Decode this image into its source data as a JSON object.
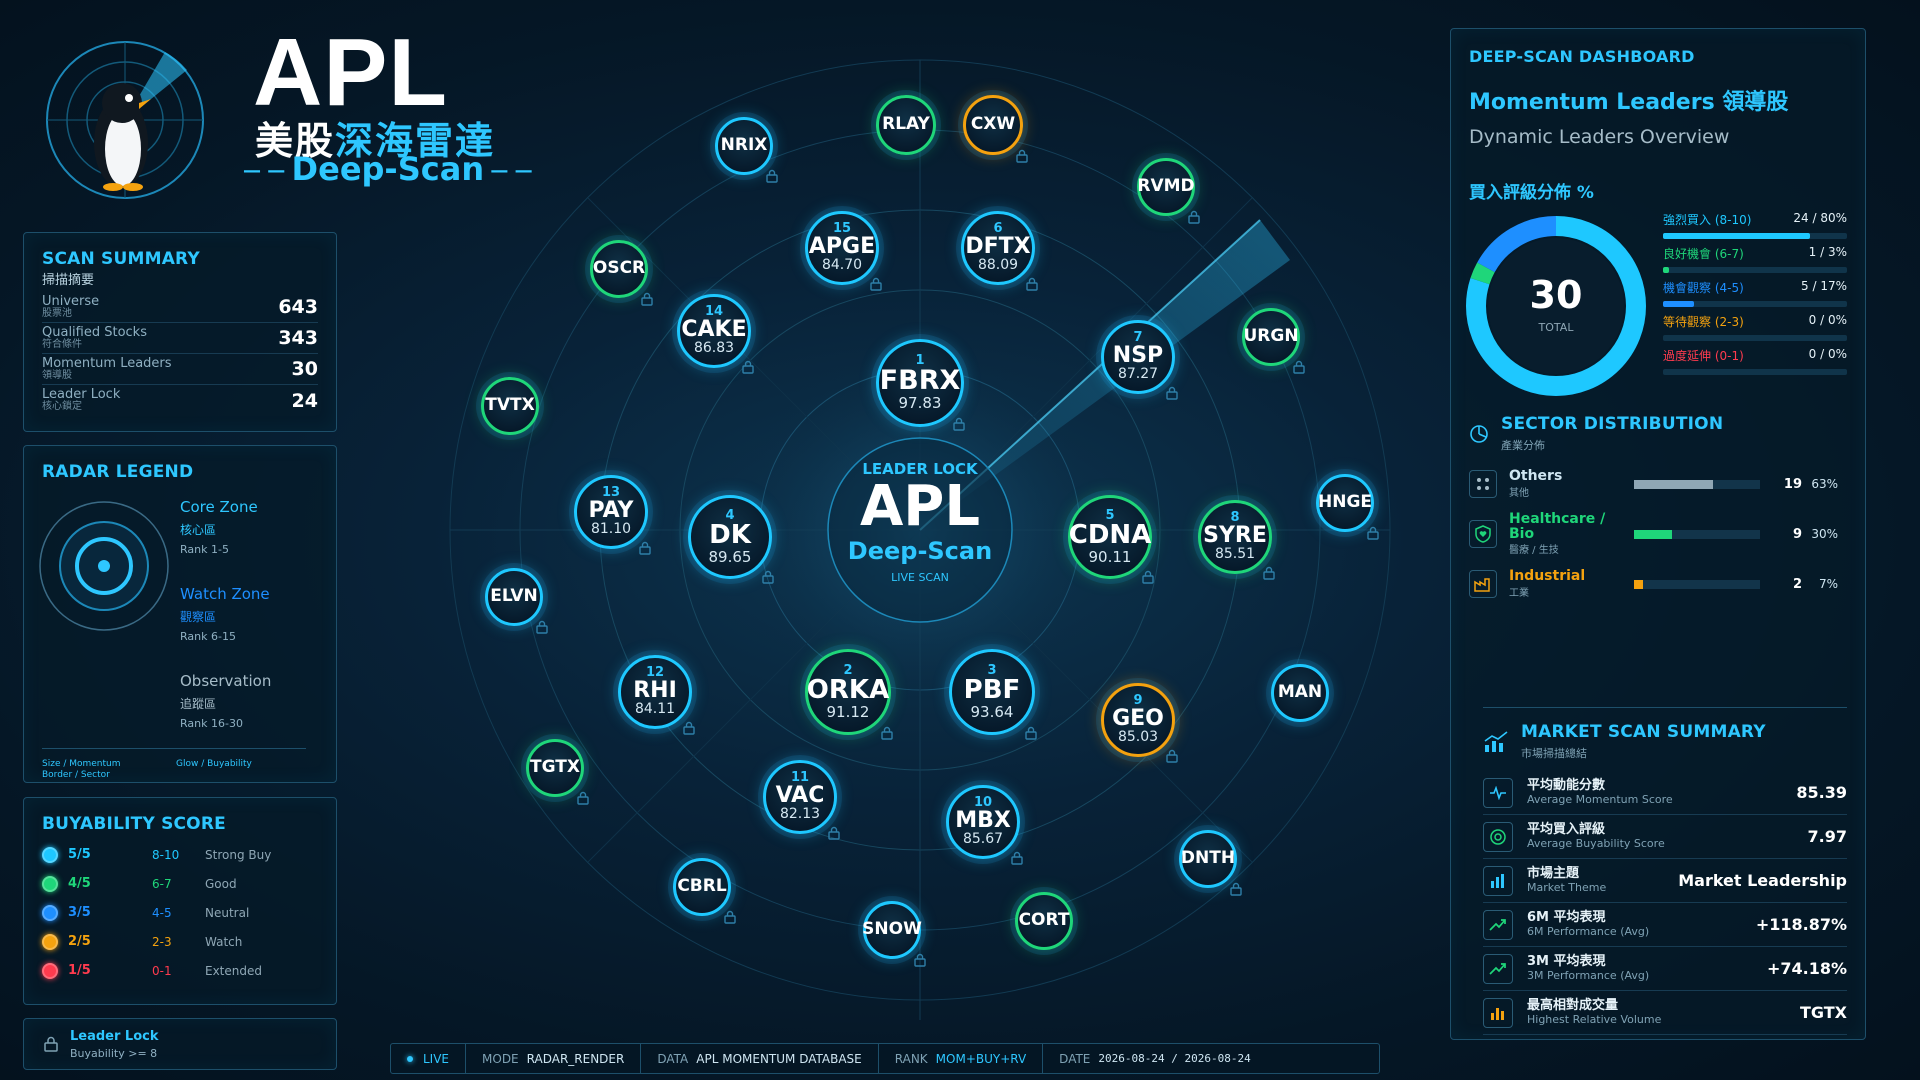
{
  "logo": {
    "title": "APL",
    "subtitle_a": "美股",
    "subtitle_b": "深海雷達",
    "tagline": "Deep-Scan"
  },
  "scan_summary": {
    "title": "SCAN SUMMARY",
    "title_cn": "掃描摘要",
    "rows": [
      {
        "label": "Universe",
        "label_cn": "股票池",
        "value": "643"
      },
      {
        "label": "Qualified Stocks",
        "label_cn": "符合條件",
        "value": "343"
      },
      {
        "label": "Momentum Leaders",
        "label_cn": "領導股",
        "value": "30"
      },
      {
        "label": "Leader Lock",
        "label_cn": "核心鎖定",
        "value": "24"
      }
    ]
  },
  "radar_legend": {
    "title": "RADAR LEGEND",
    "zones": [
      {
        "name": "Core Zone",
        "cn": "核心區",
        "rank": "Rank 1-5"
      },
      {
        "name": "Watch Zone",
        "cn": "觀察區",
        "rank": "Rank 6-15"
      },
      {
        "name": "Observation",
        "cn": "追蹤區",
        "rank": "Rank 16-30"
      }
    ],
    "footer_left_1": "Size / Momentum",
    "footer_left_2": "Border / Sector",
    "footer_right": "Glow / Buyability"
  },
  "buyability": {
    "title": "BUYABILITY SCORE",
    "rows": [
      {
        "score": "5/5",
        "range": "8-10",
        "level": "Strong Buy",
        "color": "#1ec8ff"
      },
      {
        "score": "4/5",
        "range": "6-7",
        "level": "Good",
        "color": "#1fd67a"
      },
      {
        "score": "3/5",
        "range": "4-5",
        "level": "Neutral",
        "color": "#1e8fff"
      },
      {
        "score": "2/5",
        "range": "2-3",
        "level": "Watch",
        "color": "#f4a20f"
      },
      {
        "score": "1/5",
        "range": "0-1",
        "level": "Extended",
        "color": "#ff3b4e"
      }
    ]
  },
  "leader_lock": {
    "title": "Leader Lock",
    "desc": "Buyability >= 8"
  },
  "status_bar": {
    "live": "LIVE",
    "mode_k": "MODE",
    "mode_v": "RADAR_RENDER",
    "data_k": "DATA",
    "data_v": "APL MOMENTUM DATABASE",
    "rank_k": "RANK",
    "rank_v": "MOM+BUY+RV",
    "date_k": "DATE",
    "date_v": "2026-08-24 / 2026-08-24"
  },
  "center": {
    "top": "LEADER LOCK",
    "title": "APL",
    "subtitle": "Deep-Scan",
    "live": "LIVE SCAN"
  },
  "nodes": [
    {
      "ticker": "FBRX",
      "rank": "1",
      "score": "97.83"
    },
    {
      "ticker": "ORKA",
      "rank": "2",
      "score": "91.12"
    },
    {
      "ticker": "PBF",
      "rank": "3",
      "score": "93.64"
    },
    {
      "ticker": "DK",
      "rank": "4",
      "score": "89.65"
    },
    {
      "ticker": "CDNA",
      "rank": "5",
      "score": "90.11"
    },
    {
      "ticker": "DFTX",
      "rank": "6",
      "score": "88.09"
    },
    {
      "ticker": "NSP",
      "rank": "7",
      "score": "87.27"
    },
    {
      "ticker": "SYRE",
      "rank": "8",
      "score": "85.51"
    },
    {
      "ticker": "GEO",
      "rank": "9",
      "score": "85.03"
    },
    {
      "ticker": "MBX",
      "rank": "10",
      "score": "85.67"
    },
    {
      "ticker": "VAC",
      "rank": "11",
      "score": "82.13"
    },
    {
      "ticker": "RHI",
      "rank": "12",
      "score": "84.11"
    },
    {
      "ticker": "PAY",
      "rank": "13",
      "score": "81.10"
    },
    {
      "ticker": "CAKE",
      "rank": "14",
      "score": "86.83"
    },
    {
      "ticker": "APGE",
      "rank": "15",
      "score": "84.70"
    },
    {
      "ticker": "RLAY"
    },
    {
      "ticker": "CXW"
    },
    {
      "ticker": "NRIX"
    },
    {
      "ticker": "RVMD"
    },
    {
      "ticker": "OSCR"
    },
    {
      "ticker": "URGN"
    },
    {
      "ticker": "TVTX"
    },
    {
      "ticker": "HNGE"
    },
    {
      "ticker": "ELVN"
    },
    {
      "ticker": "MAN"
    },
    {
      "ticker": "TGTX"
    },
    {
      "ticker": "DNTH"
    },
    {
      "ticker": "CBRL"
    },
    {
      "ticker": "CORT"
    },
    {
      "ticker": "SNOW"
    }
  ],
  "dashboard": {
    "header": "DEEP-SCAN DASHBOARD",
    "title": "Momentum Leaders 領導股",
    "subtitle": "Dynamic Leaders Overview",
    "buy_dist_title": "買入評級分佈 %",
    "donut": {
      "total": "30",
      "total_label": "TOTAL"
    },
    "dist": [
      {
        "label": "強烈買入 (8-10)",
        "count": "24 / 80%",
        "pct": 80,
        "color": "#1ec8ff"
      },
      {
        "label": "良好機會 (6-7)",
        "count": "1 / 3%",
        "pct": 3,
        "color": "#1fd67a"
      },
      {
        "label": "機會觀察 (4-5)",
        "count": "5 / 17%",
        "pct": 17,
        "color": "#1e8fff"
      },
      {
        "label": "等待觀察 (2-3)",
        "count": "0 / 0%",
        "pct": 0,
        "color": "#f4a20f"
      },
      {
        "label": "過度延伸 (0-1)",
        "count": "0 / 0%",
        "pct": 0,
        "color": "#ff3b4e"
      }
    ],
    "sector_title": "SECTOR DISTRIBUTION",
    "sector_title_cn": "產業分佈",
    "sectors": [
      {
        "name": "Others",
        "cn": "其他",
        "count": "19",
        "pct_label": "63%",
        "pct": 63,
        "color": "#8fa7b5",
        "icon": "grid-icon"
      },
      {
        "name": "Healthcare / Bio",
        "cn": "醫療 / 生技",
        "count": "9",
        "pct_label": "30%",
        "pct": 30,
        "color": "#1fd67a",
        "icon": "shield-heart-icon"
      },
      {
        "name": "Industrial",
        "cn": "工業",
        "count": "2",
        "pct_label": "7%",
        "pct": 7,
        "color": "#f4a20f",
        "icon": "factory-icon"
      }
    ],
    "market_title": "MARKET SCAN SUMMARY",
    "market_title_cn": "市場掃描總結",
    "market": [
      {
        "cn": "平均動能分數",
        "en": "Average Momentum Score",
        "value": "85.39",
        "icon": "pulse-icon"
      },
      {
        "cn": "平均買入評級",
        "en": "Average Buyability Score",
        "value": "7.97",
        "icon": "target-icon"
      },
      {
        "cn": "市場主題",
        "en": "Market Theme",
        "value": "Market Leadership",
        "icon": "bar-chart-icon"
      },
      {
        "cn": "6M 平均表現",
        "en": "6M Performance (Avg)",
        "value": "+118.87%",
        "icon": "trend-up-icon"
      },
      {
        "cn": "3M 平均表現",
        "en": "3M Performance (Avg)",
        "value": "+74.18%",
        "icon": "trend-up-icon"
      },
      {
        "cn": "最高相對成交量",
        "en": "Highest Relative Volume",
        "value": "TGTX",
        "icon": "volume-icon"
      }
    ]
  }
}
